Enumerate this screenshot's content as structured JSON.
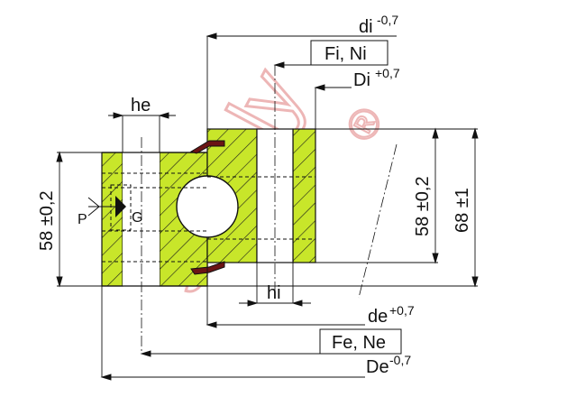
{
  "labels": {
    "di": "di",
    "di_tol": "-0,7",
    "fi_ni": "Fi, Ni",
    "Di": "Di",
    "Di_tol": "+0,7",
    "he": "he",
    "hi": "hi",
    "de": "de",
    "de_tol": "+0,7",
    "fe_ne": "Fe, Ne",
    "De": "De",
    "De_tol": "-0,7",
    "height_left": "58 ±0,2",
    "height_right_inner": "58 ±0,2",
    "height_right_outer": "68 ±1",
    "p_label": "P",
    "g_label": "G"
  },
  "watermark": {
    "text": "simply",
    "reg": "®",
    "color": "#e07b7b"
  },
  "colors": {
    "ring_fill": "#c8e62a",
    "line": "#111111",
    "hatch": "#222222",
    "seal": "#8a1a1a"
  }
}
